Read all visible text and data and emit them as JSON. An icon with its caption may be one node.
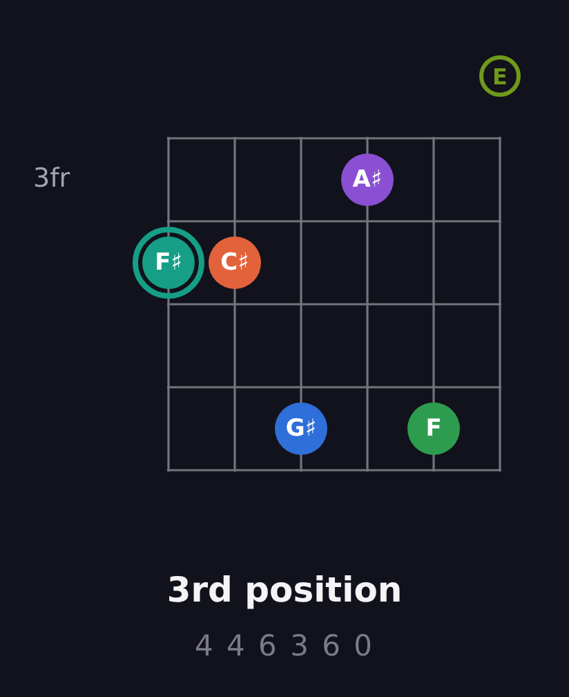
{
  "diagram": {
    "title": "3rd position",
    "nodes": [
      {
        "text": [
          "E"
        ]
      },
      {
        "text": [
          "A♯"
        ]
      },
      {
        "text": [
          "F♯"
        ]
      },
      {
        "text": [
          "C♯"
        ]
      },
      {
        "text": [
          "G♯"
        ]
      },
      {
        "text": [
          "F"
        ]
      }
    ],
    "labels": [
      "3fr",
      "4 4 6 3 6 0"
    ]
  }
}
